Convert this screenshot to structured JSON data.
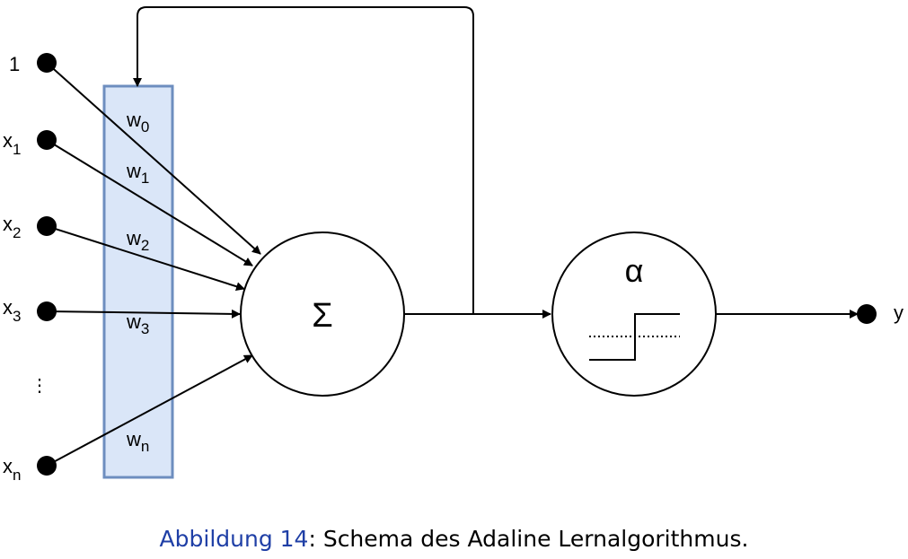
{
  "diagram": {
    "inputs": [
      {
        "base": "1",
        "sub": ""
      },
      {
        "base": "x",
        "sub": "1"
      },
      {
        "base": "x",
        "sub": "2"
      },
      {
        "base": "x",
        "sub": "3"
      },
      {
        "base": "x",
        "sub": "n"
      }
    ],
    "ellipsis": "⋮",
    "weights": [
      {
        "base": "w",
        "sub": "0"
      },
      {
        "base": "w",
        "sub": "1"
      },
      {
        "base": "w",
        "sub": "2"
      },
      {
        "base": "w",
        "sub": "3"
      },
      {
        "base": "w",
        "sub": "n"
      }
    ],
    "summation_symbol": "Σ",
    "activation_symbol": "α",
    "output_label": "y",
    "colors": {
      "weight_box_fill": "#dae6f8",
      "weight_box_stroke": "#6d8ebf",
      "caption_prefix": "#1f3fa6"
    }
  },
  "caption": {
    "prefix": "Abbildung 14",
    "text": ": Schema des Adaline Lernalgorithmus."
  }
}
